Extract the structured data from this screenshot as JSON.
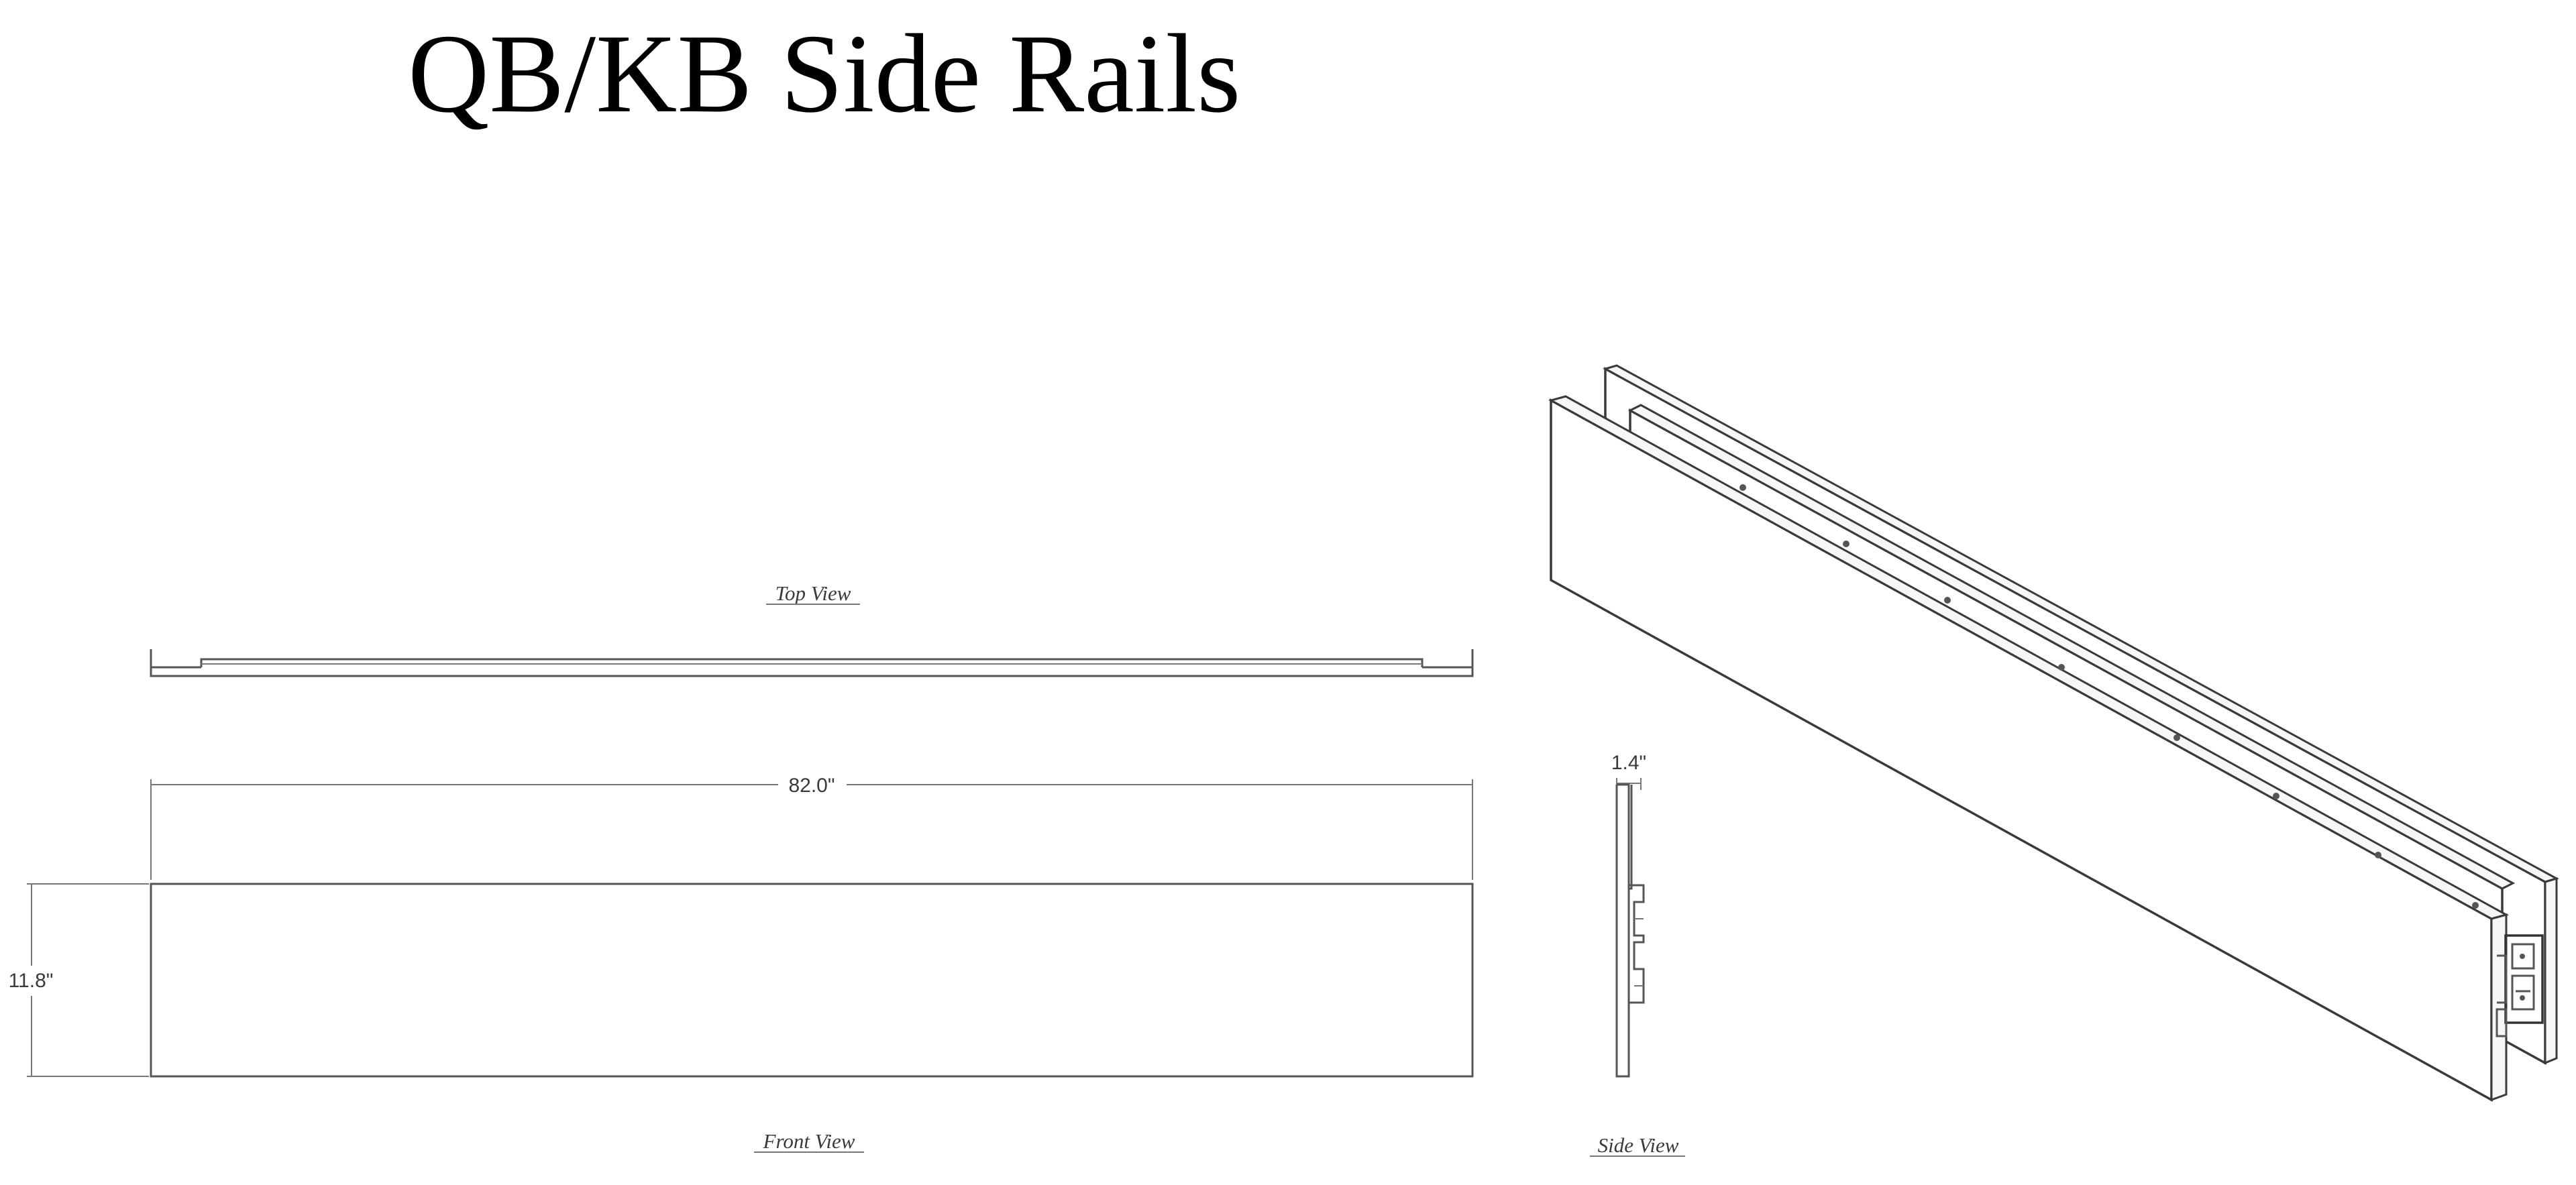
{
  "title": "QB/KB Side Rails",
  "views": {
    "top": "Top View",
    "front": "Front View",
    "side": "Side View"
  },
  "dimensions": {
    "length": "82.0\"",
    "height": "11.8\"",
    "thickness": "1.4\""
  },
  "colors": {
    "line": "#555555",
    "text": "#000000",
    "background": "#ffffff"
  }
}
